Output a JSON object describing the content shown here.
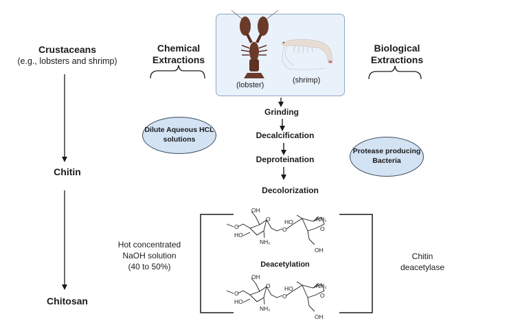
{
  "left_column": {
    "source_title": "Crustaceans",
    "source_subtitle": "(e.g., lobsters and shrimp)",
    "chitin_label": "Chitin",
    "chitosan_label": "Chitosan"
  },
  "chemical": {
    "heading_line1": "Chemical",
    "heading_line2": "Extractions",
    "reagent_line1": "Dilute Aqueous HCL",
    "reagent_line2": "solutions"
  },
  "biological": {
    "heading_line1": "Biological",
    "heading_line2": "Extractions",
    "agent_line1": "Protease producing",
    "agent_line2": "Bacteria"
  },
  "organisms": [
    {
      "name": "lobster",
      "label": "(lobster)",
      "color": "#6b3a2a"
    },
    {
      "name": "shrimp",
      "label": "(shrimp)",
      "color": "#e8ddd4"
    }
  ],
  "panel_color": "#e9f1fb",
  "process_steps": [
    "Grinding",
    "Decalcification",
    "Deproteination",
    "Decolorization"
  ],
  "deacetylation": {
    "label": "Deacetylation",
    "chemical_condition_line1": "Hot concentrated",
    "chemical_condition_line2": "NaOH solution",
    "chemical_condition_line3": "(40 to 50%)",
    "enzyme_line1": "Chitin",
    "enzyme_line2": "deacetylase"
  },
  "structure_labels": {
    "oh": "OH",
    "ho": "HO",
    "nh2": "NH₂",
    "o": "O"
  }
}
